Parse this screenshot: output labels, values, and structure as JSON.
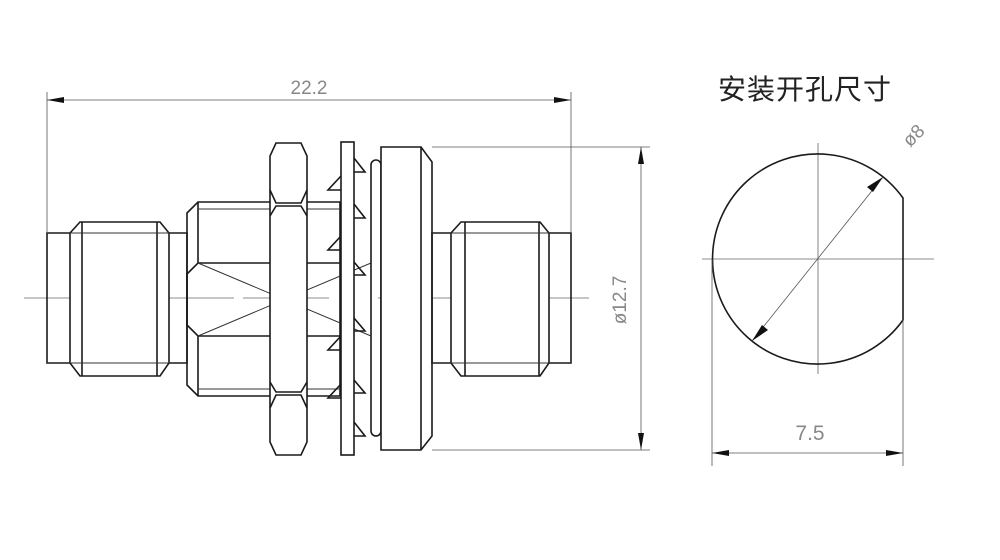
{
  "side_view": {
    "overall_length_label": "22.2",
    "flange_diameter_label": "ø12.7"
  },
  "mounting_hole": {
    "title": "安装开孔尺寸",
    "diameter_label": "ø8",
    "flat_width_label": "7.5"
  }
}
